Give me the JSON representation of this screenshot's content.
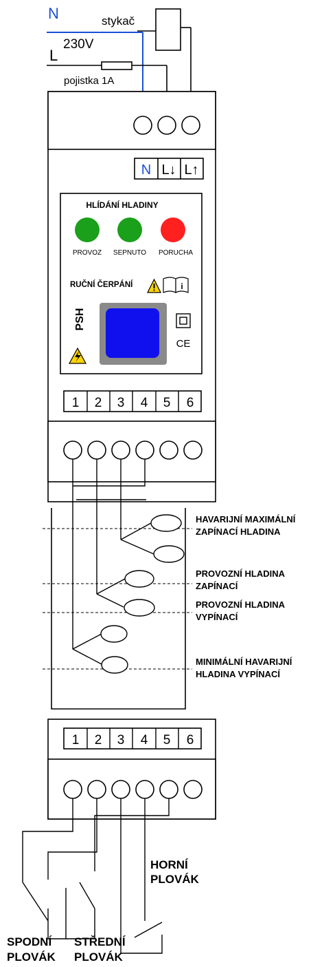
{
  "supply": {
    "n_label": "N",
    "l_label": "L",
    "voltage": "230V",
    "contactor": "stykač",
    "fuse": "pojistka 1A"
  },
  "device": {
    "top_terminals": [
      "N",
      "L↓",
      "L↑"
    ],
    "title": "HLÍDÁNÍ HLADINY",
    "leds": [
      {
        "label": "PROVOZ",
        "color": "#1aa01a"
      },
      {
        "label": "SEPNUTO",
        "color": "#1aa01a"
      },
      {
        "label": "PORUCHA",
        "color": "#ff2020"
      }
    ],
    "manual": "RUČNÍ ČERPÁNÍ",
    "model": "PSH",
    "ce": "CE",
    "button_color": "#1010ee",
    "bottom_terminals": [
      "1",
      "2",
      "3",
      "4",
      "5",
      "6"
    ]
  },
  "tank": {
    "levels": [
      [
        "HAVARIJNÍ MAXIMÁLNÍ",
        "ZAPÍNACÍ HLADINA"
      ],
      [
        "PROVOZNÍ HLADINA",
        "ZAPÍNACÍ"
      ],
      [
        "PROVOZNÍ HLADINA",
        "VYPÍNACÍ"
      ],
      [
        "MINIMÁLNÍ HAVARIJNÍ",
        "HLADINA VYPÍNACÍ"
      ]
    ]
  },
  "lower": {
    "terminals": [
      "1",
      "2",
      "3",
      "4",
      "5",
      "6"
    ],
    "switches": [
      [
        "SPODNÍ",
        "PLOVÁK"
      ],
      [
        "STŘEDNÍ",
        "PLOVÁK"
      ],
      [
        "HORNÍ",
        "PLOVÁK"
      ]
    ]
  }
}
